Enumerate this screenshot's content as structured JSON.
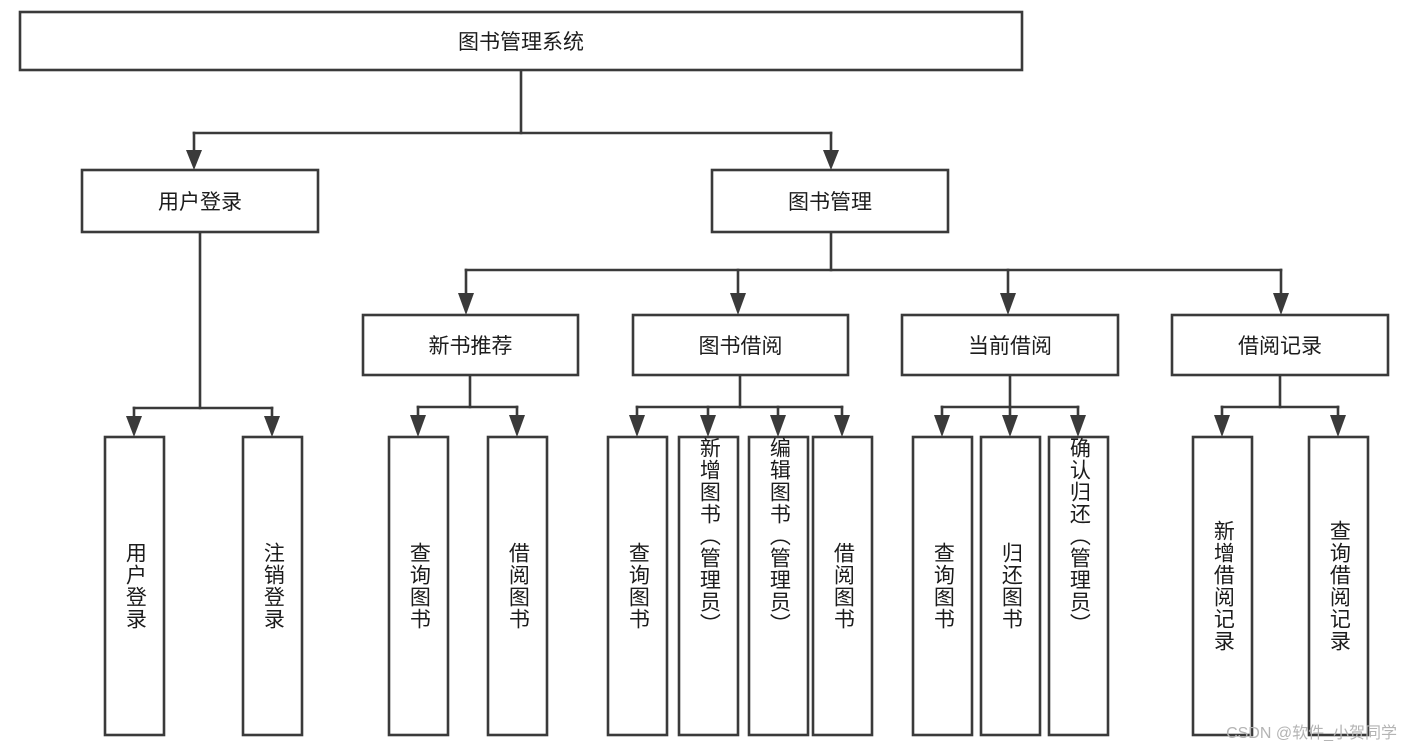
{
  "diagram": {
    "type": "tree-hierarchy",
    "title": "图书管理系统",
    "root": {
      "label": "图书管理系统"
    },
    "level2": [
      {
        "label": "用户登录"
      },
      {
        "label": "图书管理"
      }
    ],
    "level3": [
      {
        "label": "新书推荐"
      },
      {
        "label": "图书借阅"
      },
      {
        "label": "当前借阅"
      },
      {
        "label": "借阅记录"
      }
    ],
    "leaves": {
      "user_login": [
        {
          "label": "用户登录"
        },
        {
          "label": "注销登录"
        }
      ],
      "new_book_recommend": [
        {
          "label": "查询图书"
        },
        {
          "label": "借阅图书"
        }
      ],
      "book_borrow": [
        {
          "label": "查询图书"
        },
        {
          "label": "新增图书（管理员）"
        },
        {
          "label": "编辑图书（管理员）"
        },
        {
          "label": "借阅图书"
        }
      ],
      "current_borrow": [
        {
          "label": "查询图书"
        },
        {
          "label": "归还图书"
        },
        {
          "label": "确认归还（管理员）"
        }
      ],
      "borrow_record": [
        {
          "label": "新增借阅记录"
        },
        {
          "label": "查询借阅记录"
        }
      ]
    }
  },
  "watermark": {
    "text": "CSDN @软件_小贺同学"
  },
  "colors": {
    "stroke": "#3a3a3a",
    "box_fill": "#ffffff",
    "text": "#1c1c1c",
    "watermark": "#b4b4b4",
    "background": "#ffffff"
  }
}
